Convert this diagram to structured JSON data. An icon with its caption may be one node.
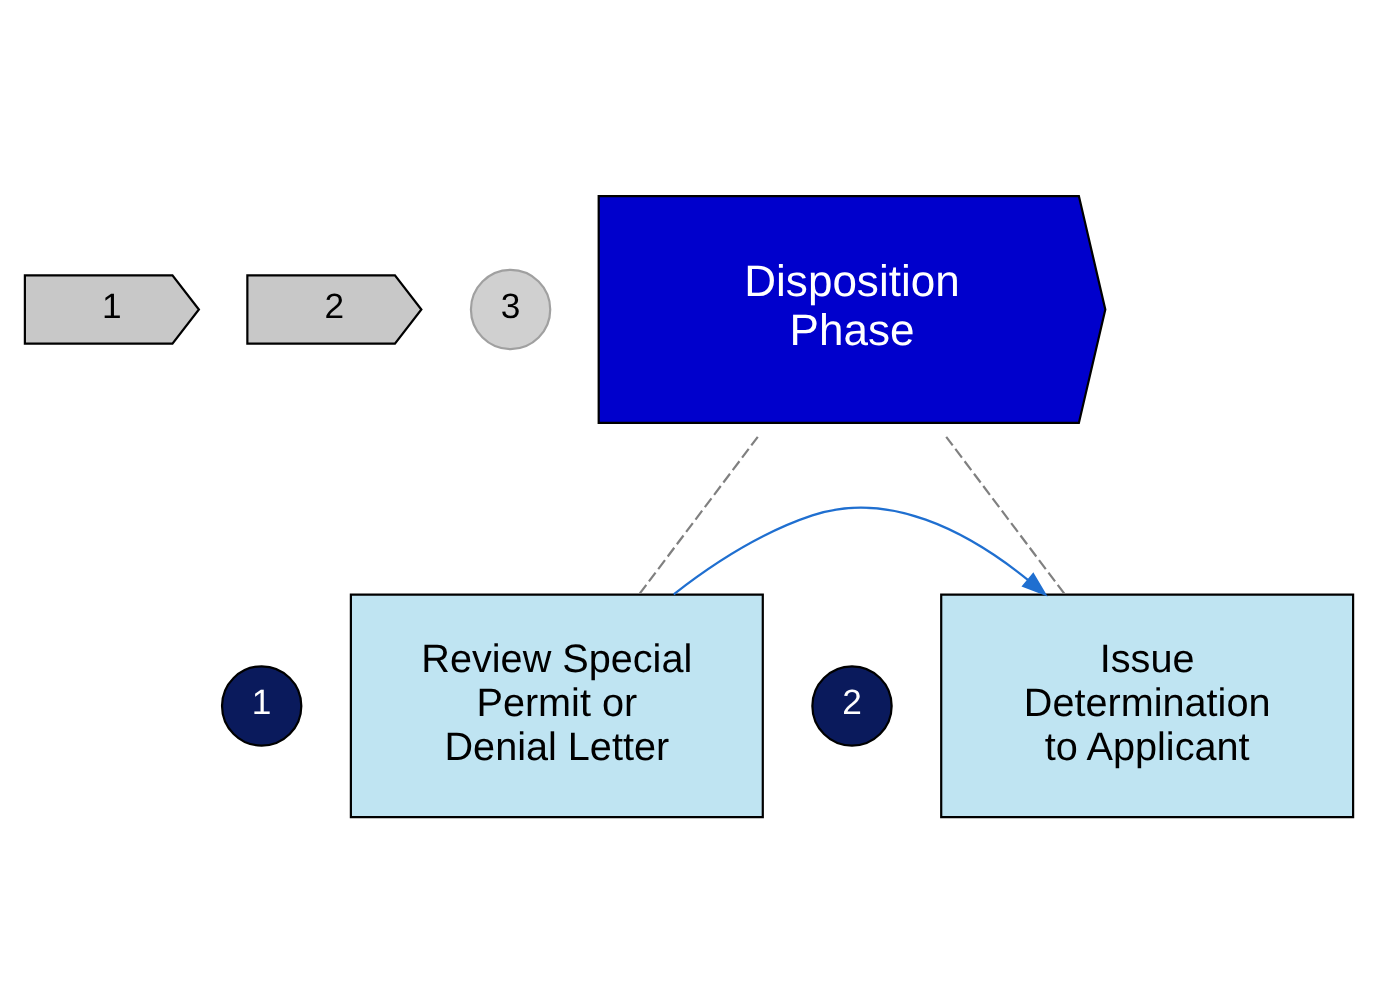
{
  "diagram": {
    "nodes": [
      {
        "text": [
          "1"
        ]
      },
      {
        "text": [
          "2"
        ]
      },
      {
        "text": [
          "3"
        ]
      },
      {
        "text": [
          "Disposition Phase"
        ]
      },
      {
        "text": [
          "1"
        ]
      },
      {
        "text": [
          "Review Special Permit or Denial Letter"
        ]
      },
      {
        "text": [
          "2"
        ]
      },
      {
        "text": [
          "Issue Determination to Applicant"
        ]
      }
    ],
    "edges": [
      {
        "from": 3,
        "to": 5,
        "arrow": "none",
        "style": "dashed",
        "color": "#808080"
      },
      {
        "from": 3,
        "to": 7,
        "arrow": "none",
        "style": "dashed",
        "color": "#808080"
      },
      {
        "from": 5,
        "to": 7,
        "arrow": "to",
        "color": "#1f6fd0"
      }
    ]
  }
}
